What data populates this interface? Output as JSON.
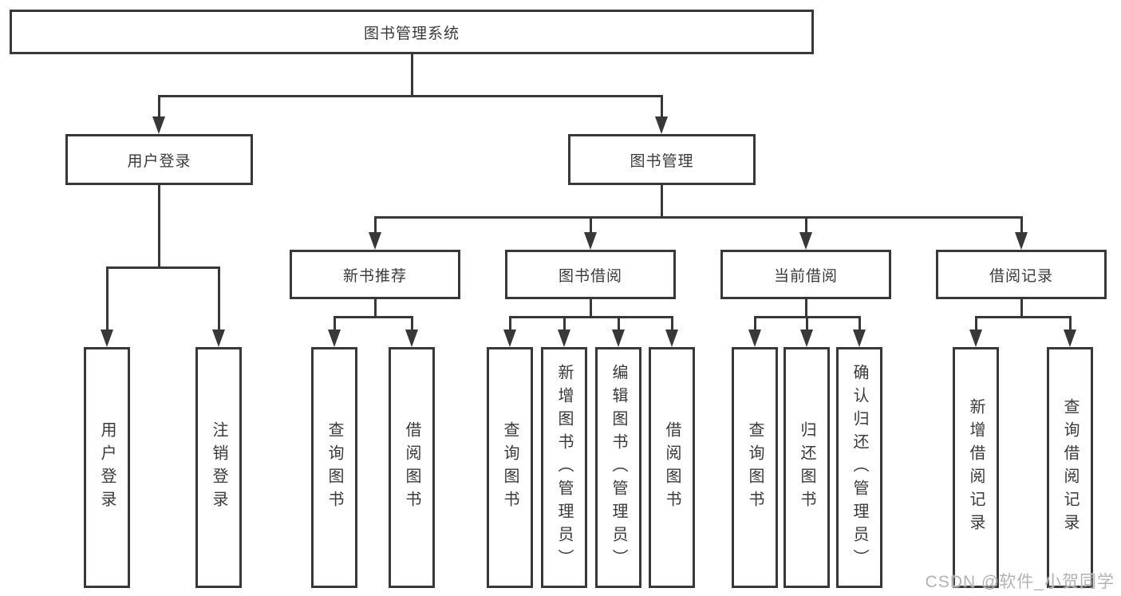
{
  "diagram": {
    "root": {
      "label": "图书管理系统"
    },
    "level2": [
      {
        "label": "用户登录"
      },
      {
        "label": "图书管理"
      }
    ],
    "level3": [
      {
        "label": "新书推荐"
      },
      {
        "label": "图书借阅"
      },
      {
        "label": "当前借阅"
      },
      {
        "label": "借阅记录"
      }
    ],
    "leaves": {
      "user_login": [
        "用户登录",
        "注销登录"
      ],
      "new_book_recommend": [
        "查询图书",
        "借阅图书"
      ],
      "book_borrow": [
        "查询图书",
        "新增图书（管理员）",
        "编辑图书（管理员）",
        "借阅图书"
      ],
      "current_borrow": [
        "查询图书",
        "归还图书",
        "确认归还（管理员）"
      ],
      "borrow_records": [
        "新增借阅记录",
        "查询借阅记录"
      ]
    },
    "line_color": "#383838"
  },
  "watermark": {
    "text": "CSDN @软件_小贺同学",
    "color": "#b3b3b3"
  }
}
